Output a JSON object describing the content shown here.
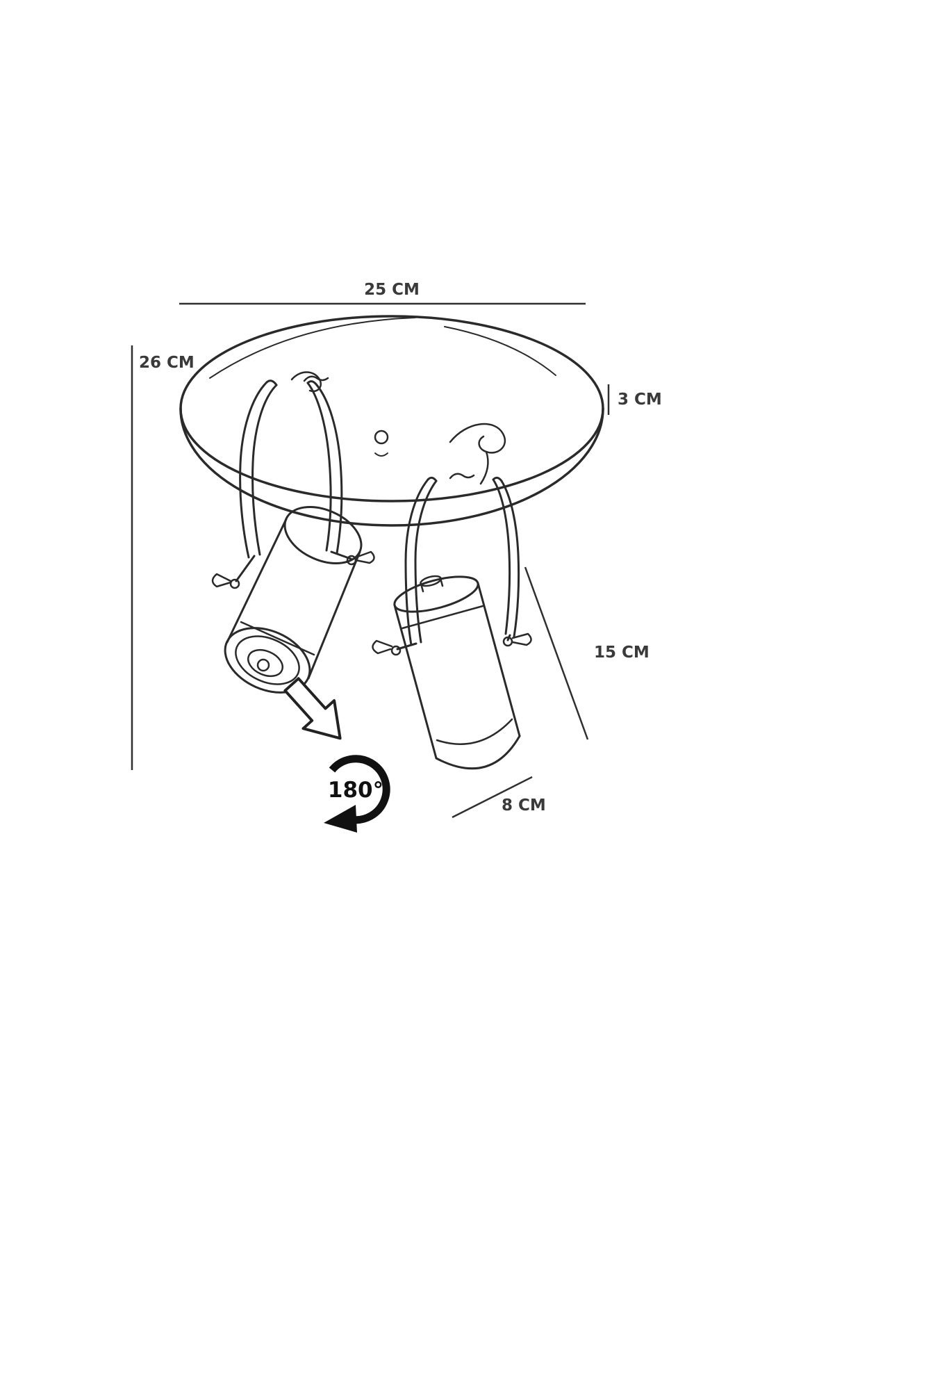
{
  "diagram": {
    "type": "product-dimension-drawing",
    "subject": "two-head round ceiling spotlight fixture",
    "labels": {
      "width": "25 CM",
      "height": "26 CM",
      "plate_thickness": "3 CM",
      "spot_length": "15 CM",
      "spot_diameter": "8 CM",
      "rotation": "180°"
    },
    "colors": {
      "line": "#2a2a2a",
      "dimension_line": "#2f2f2f",
      "label_text": "#3a3a3a",
      "rotation_icon": "#111111",
      "background": "#ffffff"
    }
  }
}
